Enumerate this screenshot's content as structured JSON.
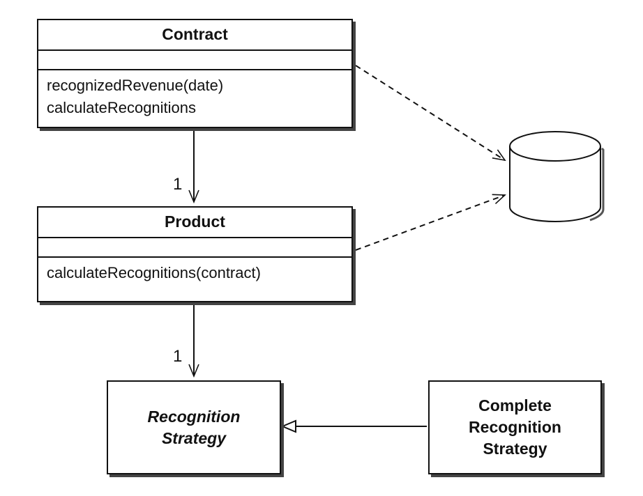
{
  "classes": {
    "contract": {
      "name": "Contract",
      "operations": [
        "recognizedRevenue(date)",
        "calculateRecognitions"
      ]
    },
    "product": {
      "name": "Product",
      "operations": [
        "calculateRecognitions(contract)"
      ]
    },
    "recognition_strategy": {
      "name_lines": [
        "Recognition",
        "Strategy"
      ],
      "abstract": true
    },
    "complete_recognition_strategy": {
      "name_lines": [
        "Complete",
        "Recognition",
        "Strategy"
      ]
    }
  },
  "relationships": {
    "contract_to_product_multiplicity": "1",
    "product_to_strategy_multiplicity": "1"
  },
  "database_icon": "database-cylinder-icon"
}
